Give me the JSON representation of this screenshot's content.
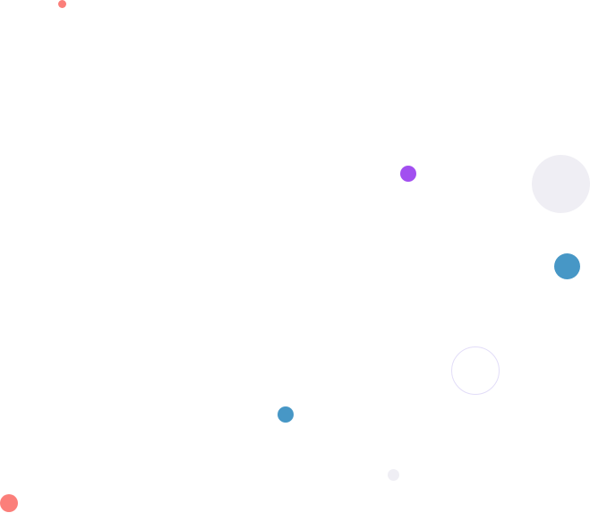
{
  "colors": {
    "coral": "#fb7f7a",
    "purple": "#a24ff0",
    "blue": "#4797c6",
    "light_gray": "#efeef4",
    "outline": "#e2ddf8"
  },
  "circles": [
    {
      "id": "c1",
      "color": "coral",
      "filled": true
    },
    {
      "id": "c2",
      "color": "purple",
      "filled": true
    },
    {
      "id": "c3",
      "color": "light_gray",
      "filled": true
    },
    {
      "id": "c4",
      "color": "blue",
      "filled": true
    },
    {
      "id": "c5",
      "color": "outline",
      "filled": false
    },
    {
      "id": "c6",
      "color": "blue",
      "filled": true
    },
    {
      "id": "c7",
      "color": "light_gray",
      "filled": true
    },
    {
      "id": "c8",
      "color": "coral",
      "filled": true
    }
  ]
}
